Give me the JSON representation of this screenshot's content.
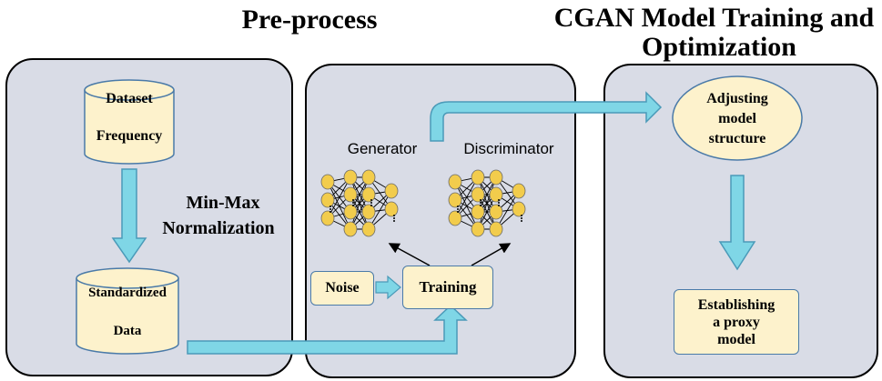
{
  "titles": {
    "preprocess": "Pre-process",
    "cgan_line1": "CGAN Model Training and",
    "cgan_line2": "Optimization"
  },
  "left_panel": {
    "dataset_line1": "Dataset",
    "dataset_line2": "Frequency",
    "normalization_line1": "Min-Max",
    "normalization_line2": "Normalization",
    "standardized_line1": "Standardized",
    "standardized_line2": "Data"
  },
  "middle_panel": {
    "generator": "Generator",
    "discriminator": "Discriminator",
    "noise": "Noise",
    "training": "Training"
  },
  "right_panel": {
    "adjusting_line1": "Adjusting",
    "adjusting_line2": "model",
    "adjusting_line3": "structure",
    "proxy_line1": "Establishing",
    "proxy_line2": "a proxy",
    "proxy_line3": "model"
  },
  "colors": {
    "panel": "#d9dce6",
    "cylinder": "#fdf2cc",
    "arrow": "#7fd6e6",
    "neuron": "#f2cc4c"
  }
}
